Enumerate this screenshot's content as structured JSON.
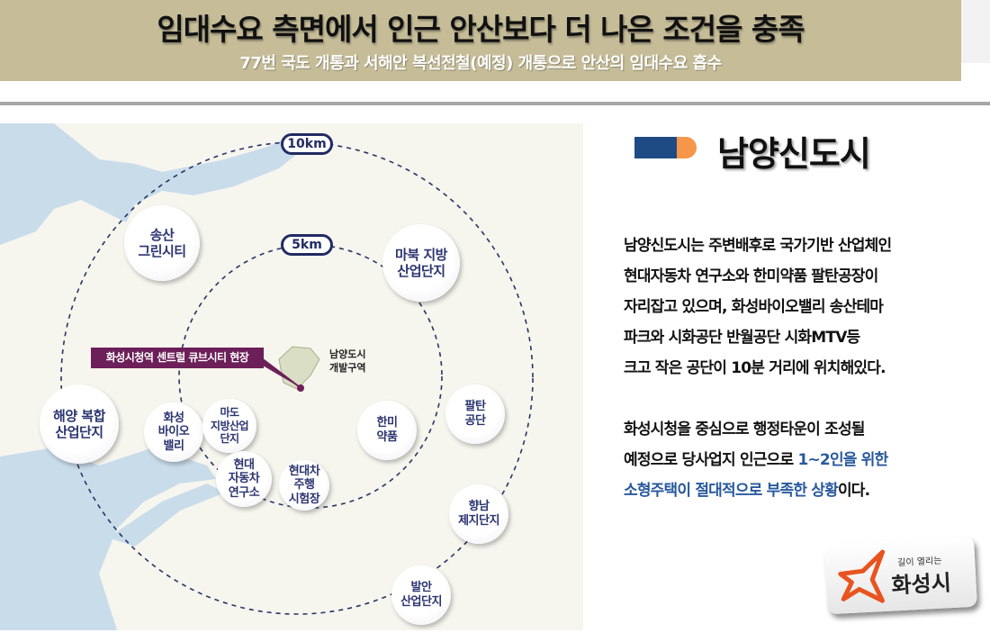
{
  "header": {
    "title": "임대수요 측면에서 인근 안산보다 더 나은 조건을 충족",
    "subtitle": "77번 국도 개통과 서해안 복선전철(예정) 개통으로 안산의 임대수요 흡수"
  },
  "map": {
    "rings": [
      "10km",
      "5km"
    ],
    "site_label": "화성시청역 센트럴 큐브시티 현장",
    "district_label": "남양도시\n개발구역",
    "places": [
      "송산\n그린시티",
      "마북 지방\n산업단지",
      "해양 복합\n산업단지",
      "화성\n바이오\n밸리",
      "마도\n지방산업\n단지",
      "현대\n자동차\n연구소",
      "현대차\n주행\n시험장",
      "한미\n약품",
      "팔탄\n공단",
      "향남\n제지단지",
      "발안\n산업단지"
    ]
  },
  "section": {
    "title": "남양신도시",
    "para1": [
      "남양신도시는 주변배후로  국가기반 산업체인",
      "현대자동차 연구소와 한미약품 팔탄공장이",
      "자리잡고 있으며,  화성바이오밸리 송산테마",
      "파크와  시화공단 반월공단 시화MTV등",
      "크고 작은 공단이 10분 거리에 위치해있다."
    ],
    "para2": [
      "화성시청을 중심으로 행정타운이 조성될"
    ],
    "para2_line2_plain": "예정으로 당사업지 인근으로 ",
    "para2_line2_blue": "1~2인을 위한",
    "para2_line3_blue": "소형주택이 절대적으로 부족한 상황",
    "para2_line3_plain": "이다."
  },
  "logo": {
    "small": "길이 열리는",
    "big": "화성시"
  },
  "colors": {
    "header": "#c6bd98",
    "navy": "#1f4b85",
    "orange": "#f6964a",
    "site": "#6c1f58",
    "highlight": "#28599d"
  }
}
